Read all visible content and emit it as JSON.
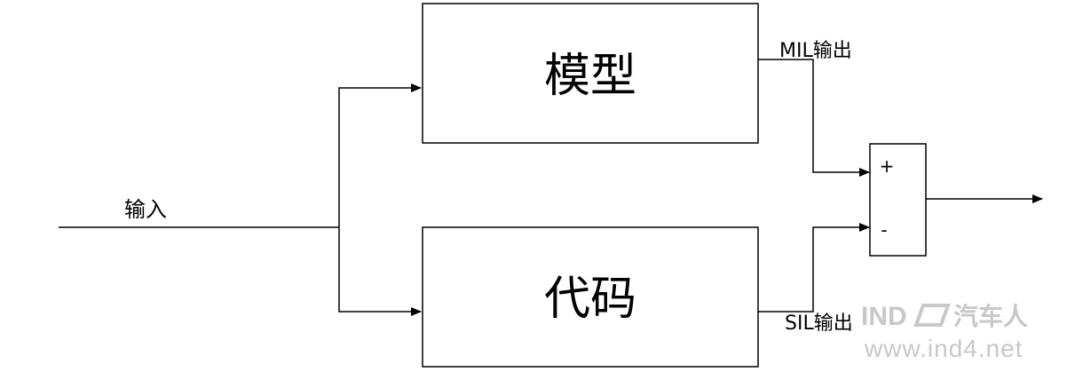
{
  "diagram": {
    "input_label": "输入",
    "model_block_label": "模型",
    "code_block_label": "代码",
    "mil_output_label": "MIL输出",
    "sil_output_label": "SIL输出",
    "comparator_plus": "+",
    "comparator_minus": "-"
  },
  "watermark": {
    "brand_cn": "汽车人",
    "url": "www.ind4.net"
  },
  "colors": {
    "line": "#000000",
    "watermark": "#c8c8c8"
  }
}
